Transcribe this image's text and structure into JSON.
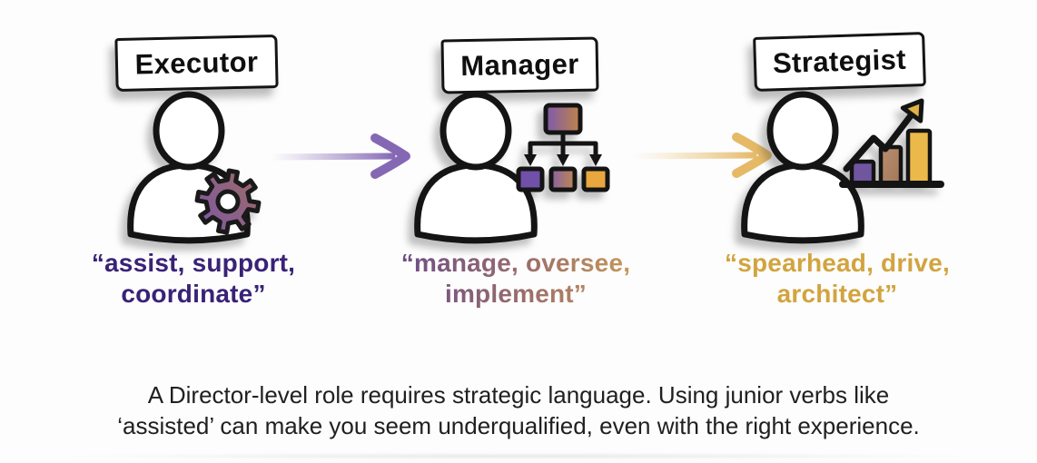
{
  "stages": [
    {
      "label": "Executor",
      "icon": "gear-icon",
      "quote_line1": "“assist, support,",
      "quote_line2": "coordinate”",
      "text_color": "#392277"
    },
    {
      "label": "Manager",
      "icon": "org-chart-icon",
      "quote_line1": "“manage, oversee,",
      "quote_line2": "implement”",
      "text_gradient": [
        "#5e4291",
        "#d6a852"
      ]
    },
    {
      "label": "Strategist",
      "icon": "growth-chart-icon",
      "quote_line1": "“spearhead, drive,",
      "quote_line2": "architect”",
      "text_color": "#d2a43f"
    }
  ],
  "arrows": [
    {
      "from": "Executor",
      "to": "Manager",
      "color": "#8568b4"
    },
    {
      "from": "Manager",
      "to": "Strategist",
      "color": "#e5b966"
    }
  ],
  "caption": {
    "line1": "A Director-level role requires strategic language. Using junior verbs like",
    "line2": "‘assisted’ can make you seem underqualified, even with the right experience."
  },
  "colors": {
    "deep_purple": "#392277",
    "gold": "#d2a43f",
    "purple_arrow": "#8568b4",
    "gold_arrow": "#e5b966",
    "outline": "#141414",
    "background": "#fdfdfd"
  }
}
